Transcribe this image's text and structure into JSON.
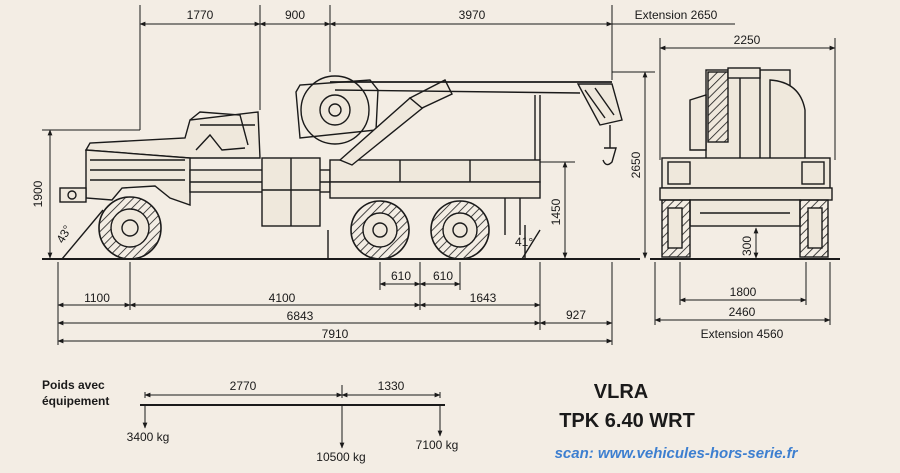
{
  "side_view": {
    "top_dims": [
      "1770",
      "900",
      "3970"
    ],
    "top_extension": "Extension 2650",
    "height_left": "1900",
    "height_right": "2650",
    "platform_height": "1450",
    "angle_front": "43°",
    "angle_rear": "41°",
    "axle_spacing": [
      "610",
      "610"
    ],
    "lower_dims": [
      "1100",
      "4100",
      "1643"
    ],
    "dim_6843": "6843",
    "dim_927": "927",
    "dim_7910": "7910"
  },
  "front_view": {
    "top_width": "2250",
    "clearance": "300",
    "track_width": "1800",
    "overall_width": "2460",
    "extension": "Extension 4560"
  },
  "weights": {
    "label_line1": "Poids avec",
    "label_line2": "équipement",
    "span_a": "2770",
    "span_b": "1330",
    "front": "3400 kg",
    "total": "10500 kg",
    "rear": "7100 kg"
  },
  "title": {
    "line1": "VLRA",
    "line2": "TPK 6.40 WRT"
  },
  "credit": "scan: www.vehicules-hors-serie.fr",
  "colors": {
    "paper": "#f3ede4",
    "ink": "#1a1a1a",
    "credit": "#3d7fd0"
  }
}
